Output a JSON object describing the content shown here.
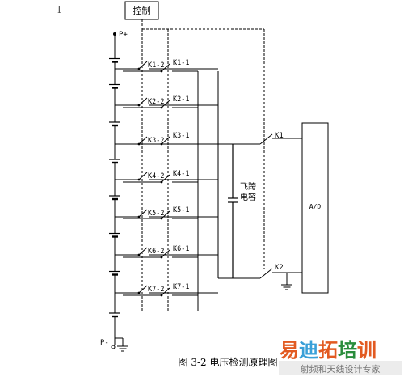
{
  "control_label": "控制",
  "cursor_glyph": "I",
  "terminals": {
    "positive": "P+",
    "negative": "P-"
  },
  "relays_left": [
    "K1-2",
    "K2-2",
    "K3-2",
    "K4-2",
    "K5-2",
    "K6-2",
    "K7-2"
  ],
  "relays_right": [
    "K1-1",
    "K2-1",
    "K3-1",
    "K4-1",
    "K5-1",
    "K6-1",
    "K7-1"
  ],
  "main_switches": [
    "K1",
    "K2"
  ],
  "capacitor_label_line1": "飞跨",
  "capacitor_label_line2": "电容",
  "ad_label": "A/D",
  "caption": "图 3-2  电压检测原理图",
  "watermark": {
    "main": "易迪拓培训",
    "sub": "射频和天线设计专家",
    "colors": [
      "#e25a21",
      "#3aa0d8",
      "#e25a21",
      "#2a8d3c",
      "#e25a21"
    ]
  }
}
